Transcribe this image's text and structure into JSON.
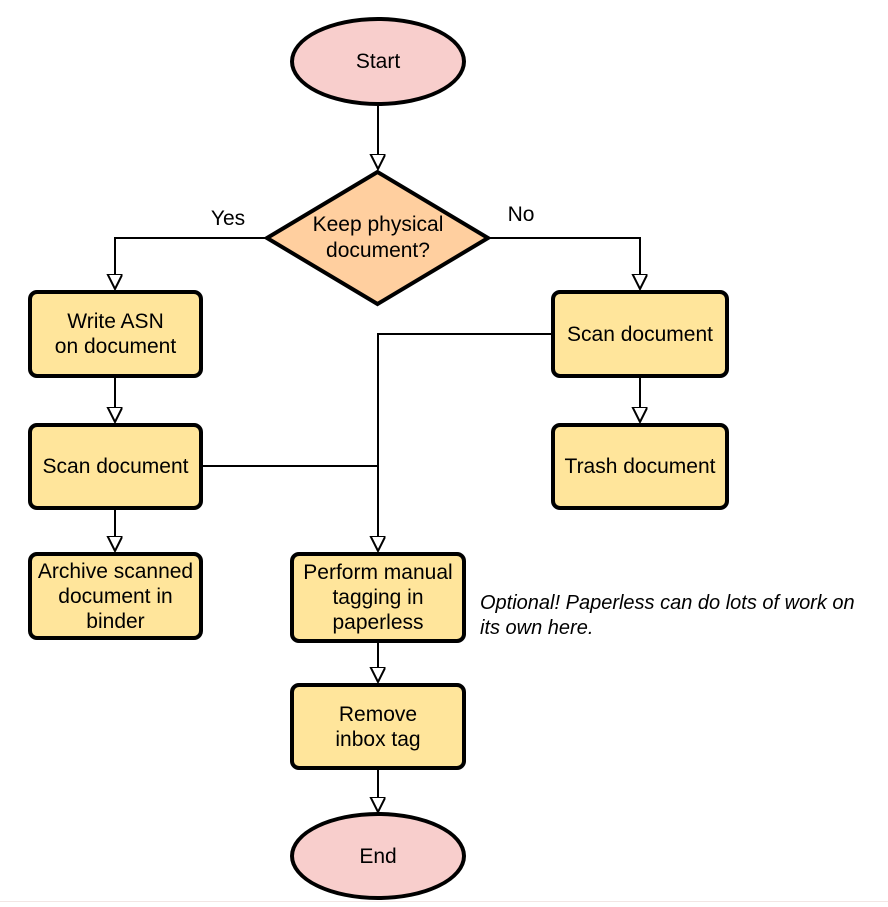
{
  "diagram": {
    "type": "flowchart",
    "colors": {
      "terminator_fill": "#f8cecc",
      "decision_fill": "#ffcf9f",
      "process_fill": "#ffe59b",
      "stroke": "#000000",
      "background": "#ffffff"
    },
    "nodes": [
      {
        "id": "start",
        "shape": "terminator",
        "label": "Start",
        "lines": [
          "Start"
        ]
      },
      {
        "id": "keep-physical-decision",
        "shape": "decision",
        "label": "Keep physical document?",
        "lines": [
          "Keep physical",
          "document?"
        ]
      },
      {
        "id": "write-asn",
        "shape": "process",
        "label": "Write ASN on document",
        "lines": [
          "Write ASN",
          "on document"
        ]
      },
      {
        "id": "scan-document-left",
        "shape": "process",
        "label": "Scan document",
        "lines": [
          "Scan document"
        ]
      },
      {
        "id": "archive-binder",
        "shape": "process",
        "label": "Archive scanned document in binder",
        "lines": [
          "Archive scanned",
          "document in",
          "binder"
        ]
      },
      {
        "id": "scan-document-right",
        "shape": "process",
        "label": "Scan document",
        "lines": [
          "Scan document"
        ]
      },
      {
        "id": "trash-document",
        "shape": "process",
        "label": "Trash document",
        "lines": [
          "Trash document"
        ]
      },
      {
        "id": "manual-tagging",
        "shape": "process",
        "label": "Perform manual tagging in paperless",
        "lines": [
          "Perform manual",
          "tagging in",
          "paperless"
        ]
      },
      {
        "id": "remove-inbox-tag",
        "shape": "process",
        "label": "Remove inbox tag",
        "lines": [
          "Remove",
          "inbox tag"
        ]
      },
      {
        "id": "end",
        "shape": "terminator",
        "label": "End",
        "lines": [
          "End"
        ]
      }
    ],
    "edges": [
      {
        "from": "start",
        "to": "keep-physical-decision",
        "label": ""
      },
      {
        "from": "keep-physical-decision",
        "to": "write-asn",
        "label": "Yes"
      },
      {
        "from": "keep-physical-decision",
        "to": "scan-document-right",
        "label": "No"
      },
      {
        "from": "write-asn",
        "to": "scan-document-left",
        "label": ""
      },
      {
        "from": "scan-document-left",
        "to": "archive-binder",
        "label": ""
      },
      {
        "from": "scan-document-right",
        "to": "trash-document",
        "label": ""
      },
      {
        "from": "scan-document-right",
        "to": "manual-tagging",
        "label": ""
      },
      {
        "from": "scan-document-left",
        "to": "manual-tagging",
        "label": ""
      },
      {
        "from": "manual-tagging",
        "to": "remove-inbox-tag",
        "label": ""
      },
      {
        "from": "remove-inbox-tag",
        "to": "end",
        "label": ""
      }
    ],
    "annotation": "Optional! Paperless can do lots of work on its own here."
  }
}
